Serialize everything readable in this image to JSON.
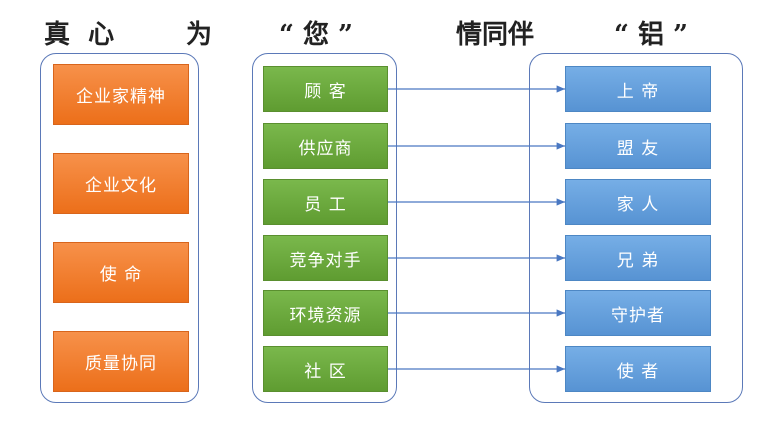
{
  "title": {
    "p1": "真  心",
    "p2": "为",
    "p3": "“ 您 ”",
    "p4": "情同伴",
    "p5": "“ 铝 ”"
  },
  "left_items": [
    "企业家精神",
    "企业文化",
    "使 命",
    "质量协同"
  ],
  "middle_items": [
    "顾 客",
    "供应商",
    "员 工",
    "竞争对手",
    "环境资源",
    "社 区"
  ],
  "right_items": [
    "上 帝",
    "盟 友",
    "家 人",
    "兄 弟",
    "守护者",
    "使 者"
  ],
  "colors": {
    "orange": "#ec6f1a",
    "green": "#6aa83d",
    "blue": "#5f9bdc",
    "outline": "#5b79b8"
  }
}
